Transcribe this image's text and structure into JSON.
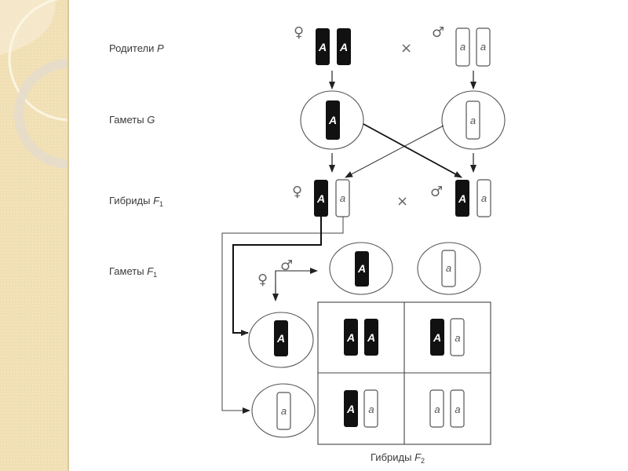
{
  "theme": {
    "sidebar_color": "#f1dfb4",
    "dominant_chromosome_fill": "#111111",
    "recessive_chromosome_fill": "#ffffff",
    "line_color": "#333333"
  },
  "labels": {
    "parents": {
      "text": "Родители ",
      "symbol": "P"
    },
    "gametes_g": {
      "text": "Гаметы ",
      "symbol": "G"
    },
    "hybrids_f1": {
      "text": "Гибриды ",
      "symbol": "F",
      "sub": "1"
    },
    "gametes_f1": {
      "text": "Гаметы ",
      "symbol": "F",
      "sub": "1"
    },
    "hybrids_f2": {
      "text": "Гибриды ",
      "symbol": "F",
      "sub": "2"
    }
  },
  "symbols": {
    "female": "♀",
    "male": "♂",
    "cross": "×"
  },
  "alleles": {
    "dominant": "A",
    "recessive": "a"
  },
  "parents": {
    "female_genotype": [
      "A",
      "A"
    ],
    "male_genotype": [
      "a",
      "a"
    ]
  },
  "gametes_g": {
    "female": "A",
    "male": "a"
  },
  "f1": {
    "female_genotype": [
      "A",
      "a"
    ],
    "male_genotype": [
      "A",
      "a"
    ]
  },
  "gametes_f1": {
    "male": [
      "A",
      "a"
    ],
    "female": [
      "A",
      "a"
    ]
  },
  "punnett": {
    "rows": [
      [
        [
          "A",
          "A"
        ],
        [
          "A",
          "a"
        ]
      ],
      [
        [
          "A",
          "a"
        ],
        [
          "a",
          "a"
        ]
      ]
    ]
  }
}
